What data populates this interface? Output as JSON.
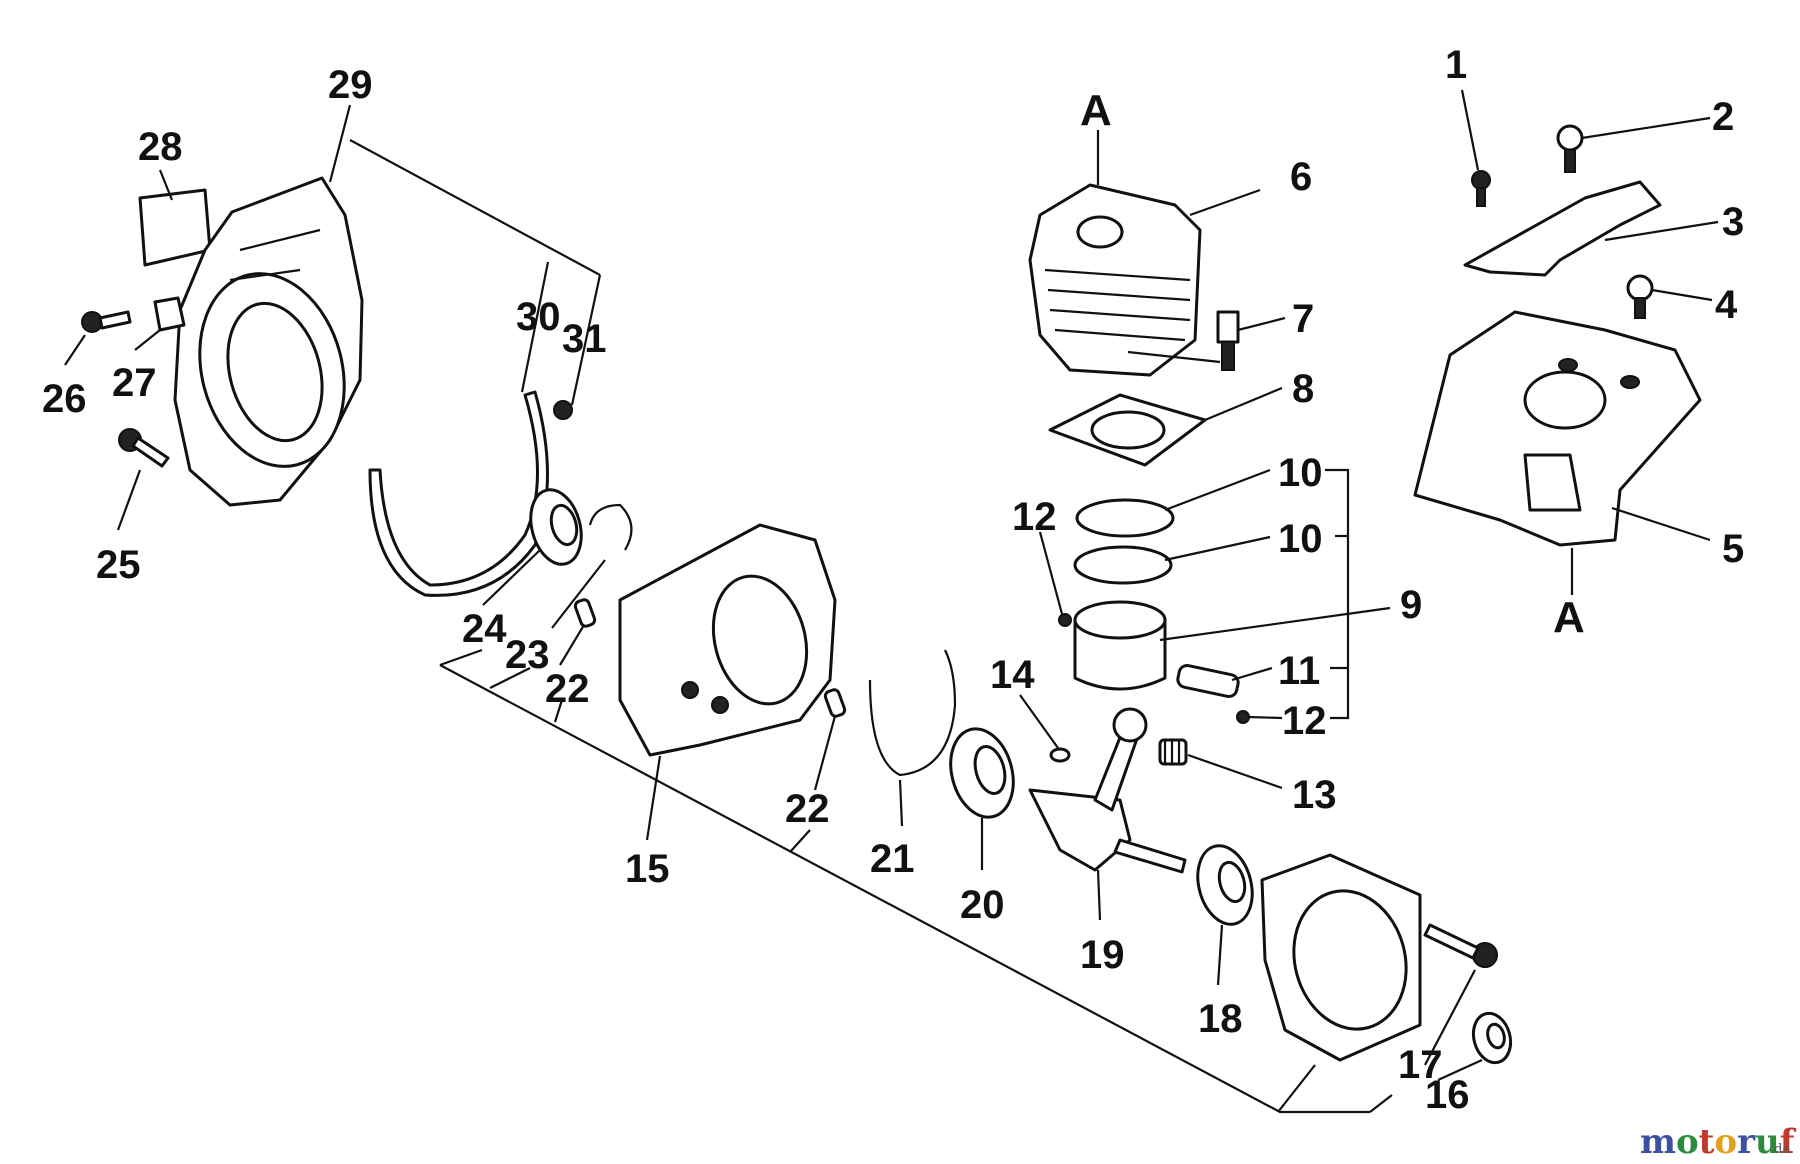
{
  "callouts": {
    "c1": "1",
    "c2": "2",
    "c3": "3",
    "c4": "4",
    "c5": "5",
    "c6": "6",
    "c7": "7",
    "c8": "8",
    "c9": "9",
    "c10a": "10",
    "c10b": "10",
    "c11": "11",
    "c12a": "12",
    "c12b": "12",
    "c13": "13",
    "c14": "14",
    "c15": "15",
    "c16": "16",
    "c17": "17",
    "c18": "18",
    "c19": "19",
    "c20": "20",
    "c21": "21",
    "c22a": "22",
    "c22b": "22",
    "c23": "23",
    "c24": "24",
    "c25": "25",
    "c26": "26",
    "c27": "27",
    "c28": "28",
    "c29": "29",
    "c30": "30",
    "c31": "31"
  },
  "markers": {
    "top": "A",
    "bottom": "A"
  },
  "watermark": {
    "m": "m",
    "o1": "o",
    "t": "t",
    "o2": "o",
    "r": "r",
    "u": "u",
    "f": "f",
    "suffix": ".de",
    "colors": {
      "m": "#3d4fa0",
      "o1": "#2c8a3c",
      "t": "#c0392b",
      "o2": "#e2a21d",
      "r": "#3d4fa0",
      "u": "#2c8a3c",
      "f": "#c0392b"
    }
  }
}
